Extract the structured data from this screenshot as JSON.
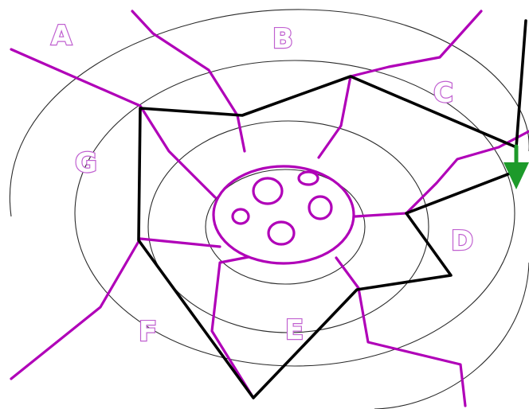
{
  "diagram": {
    "colors": {
      "boundary": "#b000b8",
      "path": "#000000",
      "arrow": "#1d9a2a",
      "label_outline": "#c060d0",
      "rings": "#2b2b2b"
    },
    "regions": [
      {
        "id": "A",
        "label": "A"
      },
      {
        "id": "B",
        "label": "B"
      },
      {
        "id": "C",
        "label": "C"
      },
      {
        "id": "D",
        "label": "D"
      },
      {
        "id": "E",
        "label": "E"
      },
      {
        "id": "F",
        "label": "F"
      },
      {
        "id": "G",
        "label": "G"
      }
    ],
    "centre_spot_count": 5,
    "arrow_icon": "down-arrow-icon"
  }
}
